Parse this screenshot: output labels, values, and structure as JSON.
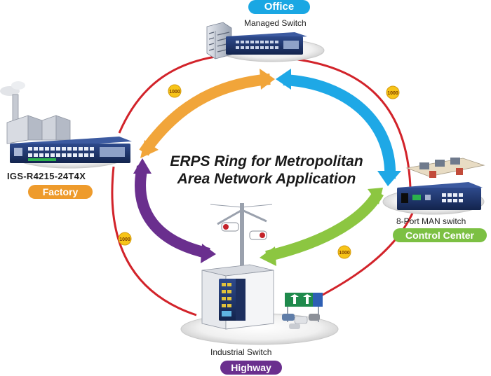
{
  "title": {
    "line1": "ERPS Ring for Metropolitan",
    "line2": "Area Network Application"
  },
  "nodes": {
    "office": {
      "badge": "Office",
      "device": "Managed Switch"
    },
    "factory": {
      "device": "IGS-R4215-24T4X",
      "badge": "Factory"
    },
    "control_center": {
      "device": "8-Port MAN switch",
      "badge": "Control Center"
    },
    "highway": {
      "device": "Industrial Switch",
      "badge": "Highway"
    }
  },
  "link_speed": "1000",
  "colors": {
    "ring": "#d2232a",
    "office_badge": "#1aa7e3",
    "factory_badge": "#ee9b2c",
    "control_badge": "#7cc043",
    "highway_badge": "#6a2f8e",
    "arrow_orange": "#f1a53a",
    "arrow_blue": "#1ea8e6",
    "arrow_purple": "#6a2f8e",
    "arrow_green": "#8cc641",
    "speed_tag": "#f7c418"
  },
  "icons": [
    "building-icon",
    "factory-icon",
    "switch-icon",
    "camera-pole-icon",
    "traffic-sign-icon",
    "car-icon",
    "office-desk-icon"
  ]
}
